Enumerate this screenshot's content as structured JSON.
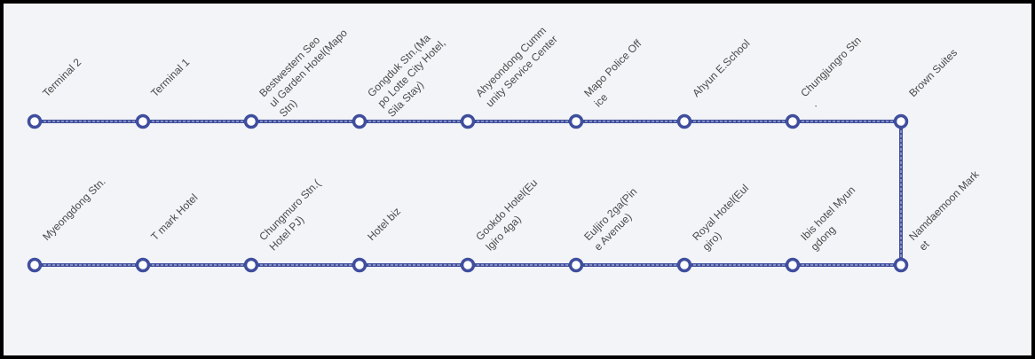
{
  "route": {
    "line_color": "#3f4e9d",
    "line_highlight": "#c9cde6",
    "node_fill": "#ffffff",
    "label_color": "#4a4a4a",
    "background": "#f3f4f8",
    "frame_color": "#000000",
    "top_row": [
      {
        "id": "terminal-2",
        "lines": [
          "Terminal 2"
        ]
      },
      {
        "id": "terminal-1",
        "lines": [
          "Terminal 1"
        ]
      },
      {
        "id": "bestwestern-seoul-garden",
        "lines": [
          "Bestwestern Seo",
          "ul Garden Hotel(Mapo",
          "Stn)"
        ]
      },
      {
        "id": "gongduk-stn",
        "lines": [
          "Gongduk Stn.(Ma",
          "po Lotte City Hotel,",
          "Sila Stay)"
        ]
      },
      {
        "id": "ahyeondong-community-center",
        "lines": [
          "Ahyeondong Cumm",
          "unity Service Center"
        ]
      },
      {
        "id": "mapo-police-office",
        "lines": [
          "Mapo Police Off",
          "ice"
        ]
      },
      {
        "id": "ahyun-e-school",
        "lines": [
          "Ahyun E.School"
        ]
      },
      {
        "id": "chungjungro-stn",
        "lines": [
          "Chungjungro Stn",
          "."
        ]
      },
      {
        "id": "brown-suites",
        "lines": [
          "Brown Suites"
        ]
      }
    ],
    "bottom_row": [
      {
        "id": "myeongdong-stn",
        "lines": [
          "Myeongdong Stn."
        ]
      },
      {
        "id": "t-mark-hotel",
        "lines": [
          "T mark Hotel"
        ]
      },
      {
        "id": "chungmuro-stn",
        "lines": [
          "Chungmuro Stn.(",
          "Hotel PJ)"
        ]
      },
      {
        "id": "hotel-biz",
        "lines": [
          "Hotel biz"
        ]
      },
      {
        "id": "gookdo-hotel",
        "lines": [
          "Gookdo Hotel(Eu",
          "lgiro 4ga)"
        ]
      },
      {
        "id": "euljiro-2ga",
        "lines": [
          "Euljiro 2ga(Pin",
          "e Avenue)"
        ]
      },
      {
        "id": "royal-hotel",
        "lines": [
          "Royal Hotel(Eul",
          "giro)"
        ]
      },
      {
        "id": "ibis-hotel-myungdong",
        "lines": [
          "Ibis hotel Myun",
          "gdong"
        ]
      },
      {
        "id": "namdaemoon-market",
        "lines": [
          "Namdaemoon Mark",
          "et"
        ]
      }
    ]
  }
}
